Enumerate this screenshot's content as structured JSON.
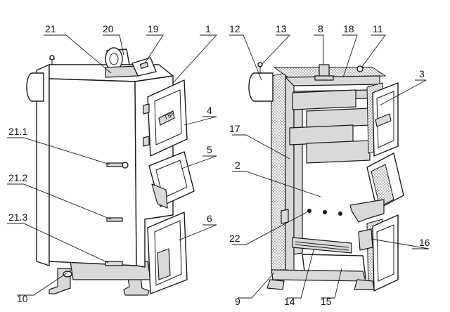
{
  "labels": {
    "l1": "1",
    "l2": "2",
    "l3": "3",
    "l4": "4",
    "l5": "5",
    "l6": "6",
    "l8": "8",
    "l9": "9",
    "l10": "10",
    "l11": "11",
    "l12": "12",
    "l13": "13",
    "l14": "14",
    "l15": "15",
    "l16": "16",
    "l17": "17",
    "l18": "18",
    "l19": "19",
    "l20": "20",
    "l21": "21",
    "l22": "22",
    "l211": "21.1",
    "l212": "21.2",
    "l213": "21.3"
  },
  "door_badge": "ПР",
  "colors": {
    "line": "#1a1a1a",
    "fill": "#ffffff",
    "shade": "#d9d9d9"
  }
}
